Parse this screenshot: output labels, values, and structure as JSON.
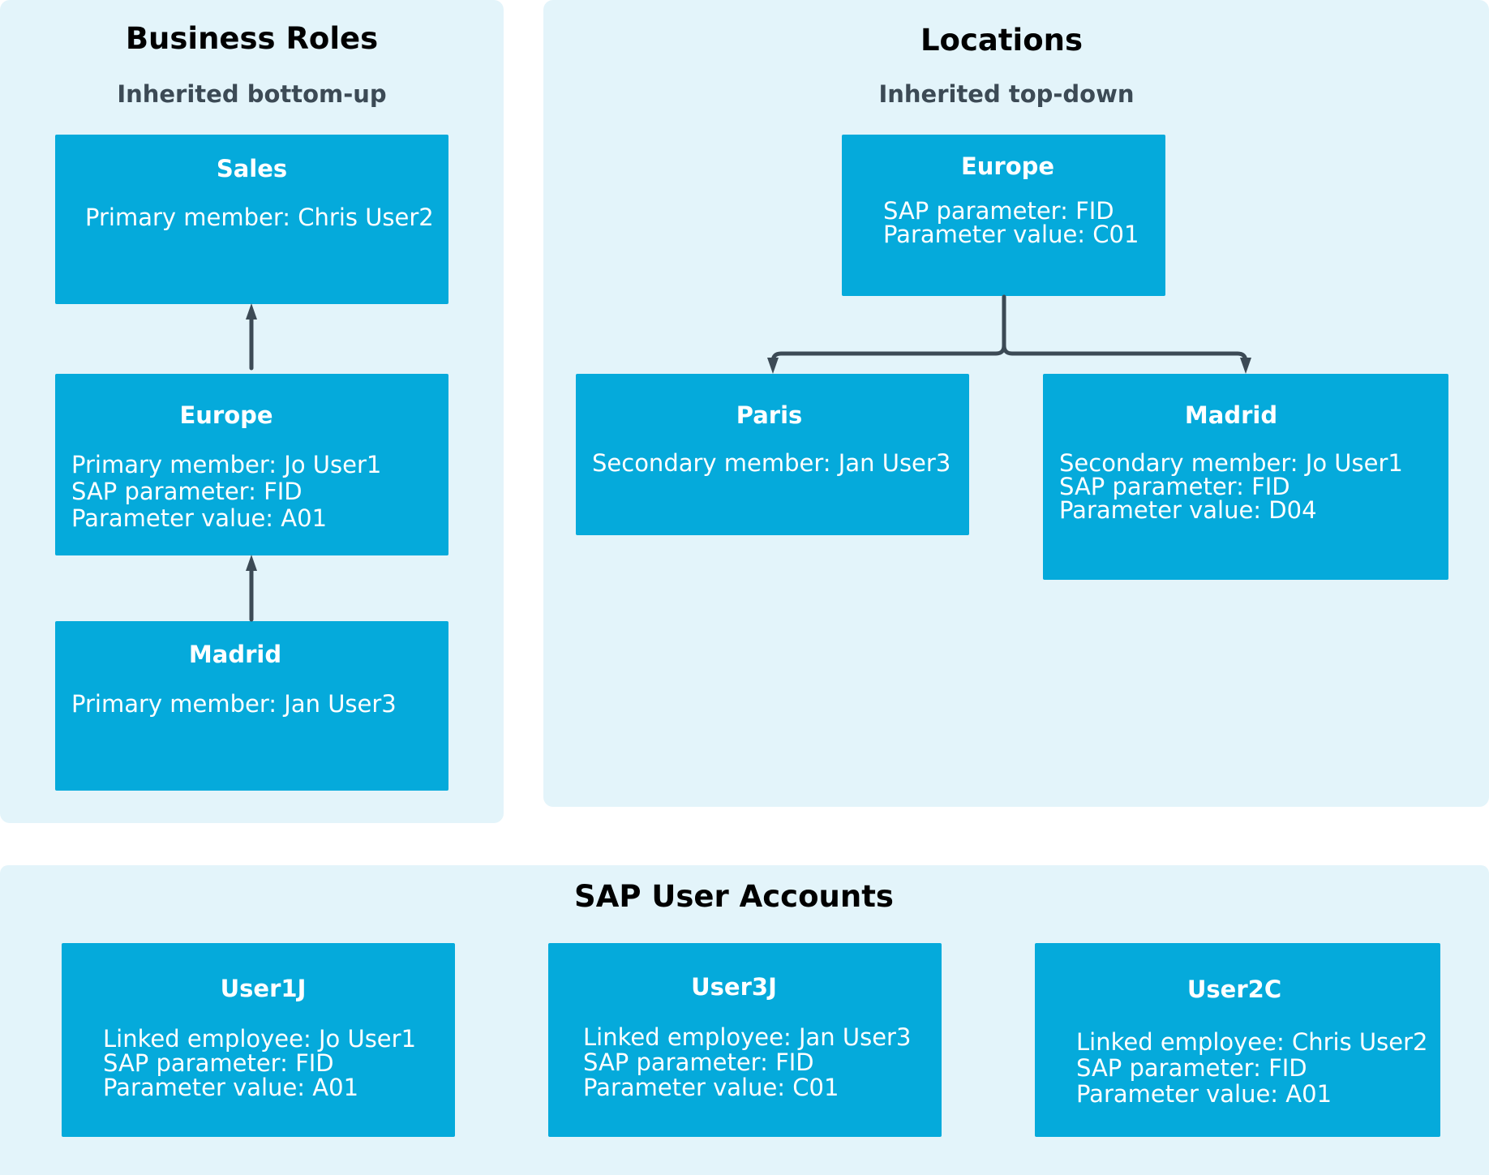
{
  "colors": {
    "panel_background": "#e3f4fa",
    "box_background": "#05aadb",
    "box_text": "#ffffff",
    "connector": "#3c4a55"
  },
  "business_roles": {
    "title": "Business Roles",
    "subtitle": "Inherited bottom-up",
    "boxes": [
      {
        "title": "Sales",
        "lines": [
          "Primary member: Chris User2"
        ]
      },
      {
        "title": "Europe",
        "lines": [
          "Primary member: Jo User1",
          "SAP parameter: FID",
          "Parameter value: A01"
        ]
      },
      {
        "title": "Madrid",
        "lines": [
          "Primary member: Jan User3"
        ]
      }
    ]
  },
  "locations": {
    "title": "Locations",
    "subtitle": "Inherited top-down",
    "boxes": [
      {
        "title": "Europe",
        "lines": [
          "SAP parameter: FID",
          "Parameter value: C01"
        ]
      },
      {
        "title": "Paris",
        "lines": [
          "Secondary member: Jan User3"
        ]
      },
      {
        "title": "Madrid",
        "lines": [
          "Secondary member: Jo User1",
          "SAP parameter: FID",
          "Parameter value: D04"
        ]
      }
    ]
  },
  "sap_user_accounts": {
    "title": "SAP User Accounts",
    "boxes": [
      {
        "title": "User1J",
        "lines": [
          "Linked employee: Jo User1",
          "SAP parameter: FID",
          "Parameter value: A01"
        ]
      },
      {
        "title": "User3J",
        "lines": [
          "Linked employee: Jan User3",
          "SAP parameter: FID",
          "Parameter value: C01"
        ]
      },
      {
        "title": "User2C",
        "lines": [
          "Linked employee: Chris User2",
          "SAP parameter: FID",
          "Parameter value: A01"
        ]
      }
    ]
  }
}
